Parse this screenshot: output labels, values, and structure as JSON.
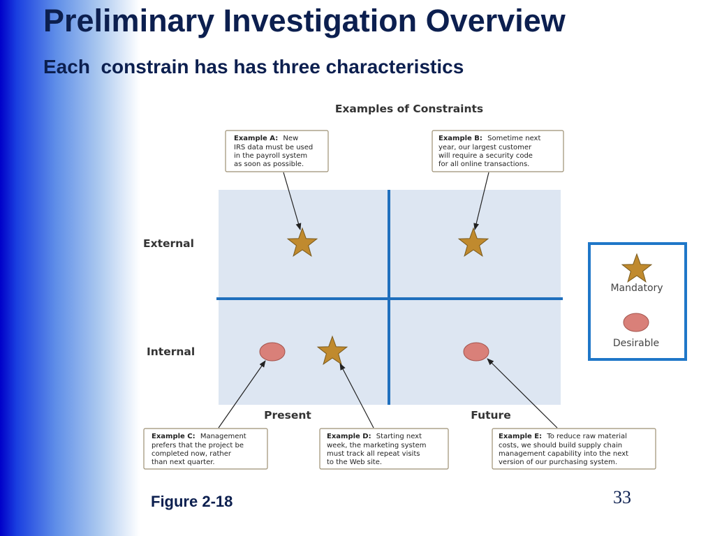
{
  "slide": {
    "title": "Preliminary Investigation Overview",
    "subtitle": "Each  constrain has has three characteristics",
    "figure_caption": "Figure 2-18",
    "page_number": "33"
  },
  "diagram": {
    "title": "Examples of Constraints",
    "row_labels": {
      "external": "External",
      "internal": "Internal"
    },
    "column_labels": {
      "present": "Present",
      "future": "Future"
    },
    "legend": {
      "mandatory": "Mandatory",
      "desirable": "Desirable"
    },
    "colors": {
      "quadrant_fill": "#dde6f2",
      "divider": "#1f6fbd",
      "legend_border": "#1f77c8",
      "star": "#c08a2e",
      "circle": "#d98079"
    },
    "examples": {
      "a": {
        "label": "Example A:",
        "lines": [
          "New",
          "IRS data must be used",
          "in the payroll system",
          "as soon as possible."
        ]
      },
      "b": {
        "label": "Example B:",
        "lines": [
          "Sometime next",
          "year, our largest customer",
          "will require a security code",
          "for all online transactions."
        ]
      },
      "c": {
        "label": "Example C:",
        "lines": [
          "Management",
          "prefers that the project be",
          "completed now, rather",
          "than next quarter."
        ]
      },
      "d": {
        "label": "Example D:",
        "lines": [
          "Starting next",
          "week, the marketing system",
          "must track all repeat visits",
          "to the Web site."
        ]
      },
      "e": {
        "label": "Example E:",
        "lines": [
          "To reduce raw material",
          "costs, we should build supply chain",
          "management capability into the next",
          "version of our purchasing system."
        ]
      }
    }
  }
}
